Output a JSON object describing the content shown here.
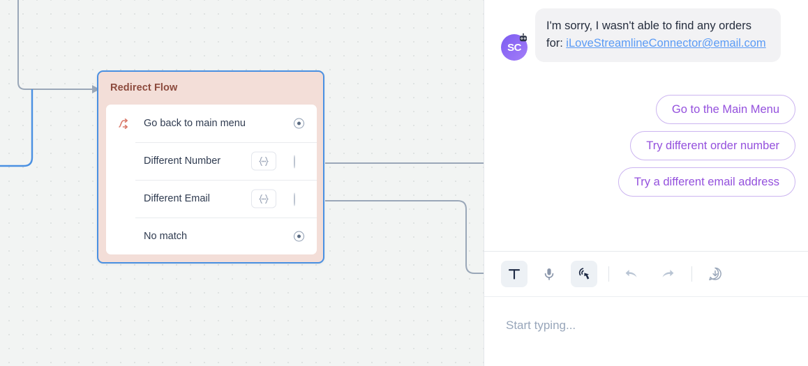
{
  "canvas": {
    "node": {
      "title": "Redirect Flow",
      "rows": [
        {
          "label": "Go back to main menu",
          "icon": "redirect-arrow-icon",
          "has_variable_chip": false,
          "port": "ring"
        },
        {
          "label": "Different Number",
          "icon": null,
          "has_variable_chip": true,
          "variable_chip": "{···}",
          "port": "dot"
        },
        {
          "label": "Different Email",
          "icon": null,
          "has_variable_chip": true,
          "variable_chip": "{···}",
          "port": "dot"
        },
        {
          "label": "No match",
          "icon": null,
          "has_variable_chip": false,
          "port": "ring"
        }
      ]
    },
    "colors": {
      "background": "#f2f4f3",
      "dot_grid": "#dfe3e2",
      "node_header": "#f3ded8",
      "node_selected_border": "#4a90e2",
      "node_title_text": "#8c4a3d",
      "edge_gray": "#9aa7b8",
      "edge_blue": "#4a90e2"
    }
  },
  "panel": {
    "message": {
      "avatar_initials": "SC",
      "avatar_badge": "robot-icon",
      "text": "I'm sorry, I wasn't able to find any orders for:",
      "link": "iLoveStreamlineConnector@email.com"
    },
    "quick_replies": [
      {
        "label": "Go to the Main Menu"
      },
      {
        "label": "Try different order number"
      },
      {
        "label": "Try a different email address"
      }
    ],
    "toolbar": [
      {
        "name": "text-mode-button",
        "icon": "text-t-icon",
        "label": "T",
        "active": true
      },
      {
        "name": "voice-mode-button",
        "icon": "microphone-icon",
        "active": false
      },
      {
        "name": "interact-mode-button",
        "icon": "tap-gesture-icon",
        "active": true
      },
      {
        "name": "undo-button",
        "icon": "arrow-back-icon",
        "active": false
      },
      {
        "name": "redo-button",
        "icon": "arrow-forward-icon",
        "active": false
      },
      {
        "name": "download-transcript-button",
        "icon": "download-chat-icon",
        "active": false
      }
    ],
    "composer": {
      "placeholder": "Start typing...",
      "value": ""
    },
    "colors": {
      "bubble_bg": "#f2f2f4",
      "bubble_text": "#252d3d",
      "link": "#5b9bf5",
      "quick_reply_text": "#9450dd",
      "quick_reply_border": "#cbb4f0",
      "avatar_purple": "#7b5cf0",
      "placeholder": "#98a6ba"
    }
  }
}
